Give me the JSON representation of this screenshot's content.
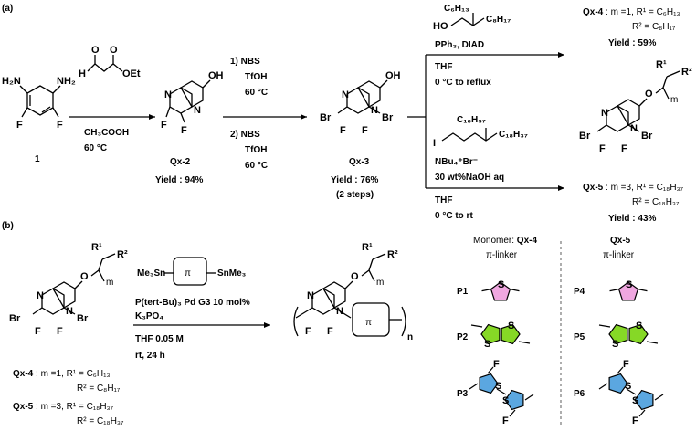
{
  "panels": {
    "a": "(a)",
    "b": "(b)"
  },
  "compounds": {
    "c1": "1",
    "qx2": "Qx-2",
    "qx2_yield": "Yield : 94%",
    "qx3": "Qx-3",
    "qx3_yield": "Yield : 76%",
    "qx3_steps": "(2 steps)",
    "qx4_label": "Qx-4",
    "qx4_desc": ": m =1, R¹ = C₆H₁₃",
    "qx4_r2": "R² = C₈H₁₇",
    "qx4_yield": "Yield : 59%",
    "qx5_label": "Qx-5",
    "qx5_desc": ": m =3, R¹ = C₁₈H₃₇",
    "qx5_r2": "R² = C₁₈H₃₇",
    "qx5_yield": "Yield : 43%"
  },
  "atoms": {
    "N": "N",
    "F": "F",
    "Br": "Br",
    "OH": "OH",
    "O": "O",
    "H2N": "H₂N",
    "NH2": "NH₂",
    "H": "H",
    "OEt": "OEt",
    "I": "I",
    "HO": "HO",
    "R1": "R¹",
    "R2": "R²",
    "m": "m",
    "S": "S",
    "n": "n"
  },
  "reagents": {
    "step1_solvent": "CH₃COOH",
    "step1_temp": "60 °C",
    "step2a_1": "1)  NBS",
    "step2a_2": "TfOH",
    "step2a_3": "60 °C",
    "step2b_1": "2)  NBS",
    "step2b_2": "TfOH",
    "step2b_3": "60 °C",
    "c6h13": "C₆H₁₃",
    "c8h17": "C₈H₁₇",
    "mitsunobu": "PPh₃, DIAD",
    "thf1": "THF",
    "cond1": "0 °C to reflux",
    "c18h37_a": "C₁₈H₃₇",
    "c18h37_b": "C₁₈H₃₇",
    "ptc": "NBu₄⁺Br⁻",
    "naoh": "30 wt%NaOH aq",
    "thf2": "THF",
    "cond2": "0 °C to rt",
    "me3sn_l": "Me₃Sn",
    "pi": "π",
    "me3sn_r": "SnMe₃",
    "catalyst": "P(tert-Bu)₃ Pd G3 10 mol%",
    "base": "K₃PO₄",
    "conc": "THF 0.05 M",
    "time": "rt, 24 h"
  },
  "linker_table": {
    "monomer_prefix": "Monomer:",
    "monomer_a": "Qx-4",
    "monomer_b": "Qx-5",
    "pi_linker_a": "π-linker",
    "pi_linker_b": "π-linker",
    "rows_left": [
      "P1",
      "P2",
      "P3"
    ],
    "rows_right": [
      "P4",
      "P5",
      "P6"
    ]
  },
  "colors": {
    "thiophene": "#f0a7e0",
    "thienothiophene": "#86d826",
    "fluorothiophene": "#5ba7e0"
  }
}
